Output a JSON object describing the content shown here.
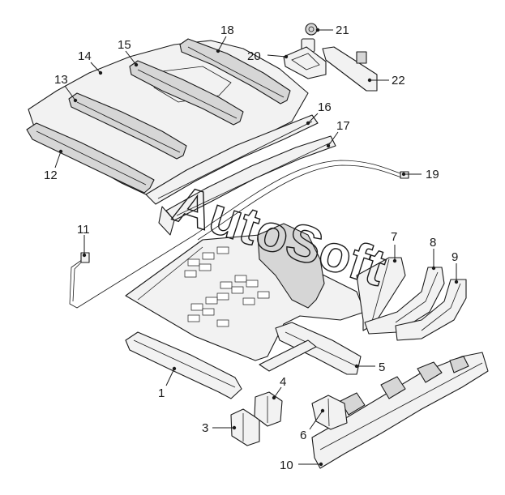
{
  "diagram": {
    "callouts": [
      {
        "id": "c1",
        "label": "1"
      },
      {
        "id": "c3",
        "label": "3"
      },
      {
        "id": "c4",
        "label": "4"
      },
      {
        "id": "c5",
        "label": "5"
      },
      {
        "id": "c6",
        "label": "6"
      },
      {
        "id": "c7",
        "label": "7"
      },
      {
        "id": "c8",
        "label": "8"
      },
      {
        "id": "c9",
        "label": "9"
      },
      {
        "id": "c10",
        "label": "10"
      },
      {
        "id": "c11",
        "label": "11"
      },
      {
        "id": "c12",
        "label": "12"
      },
      {
        "id": "c13",
        "label": "13"
      },
      {
        "id": "c14",
        "label": "14"
      },
      {
        "id": "c15",
        "label": "15"
      },
      {
        "id": "c16",
        "label": "16"
      },
      {
        "id": "c17",
        "label": "17"
      },
      {
        "id": "c18",
        "label": "18"
      },
      {
        "id": "c19",
        "label": "19"
      },
      {
        "id": "c20",
        "label": "20"
      },
      {
        "id": "c21",
        "label": "21"
      },
      {
        "id": "c22",
        "label": "22"
      }
    ],
    "watermark": "AutoSoft"
  }
}
